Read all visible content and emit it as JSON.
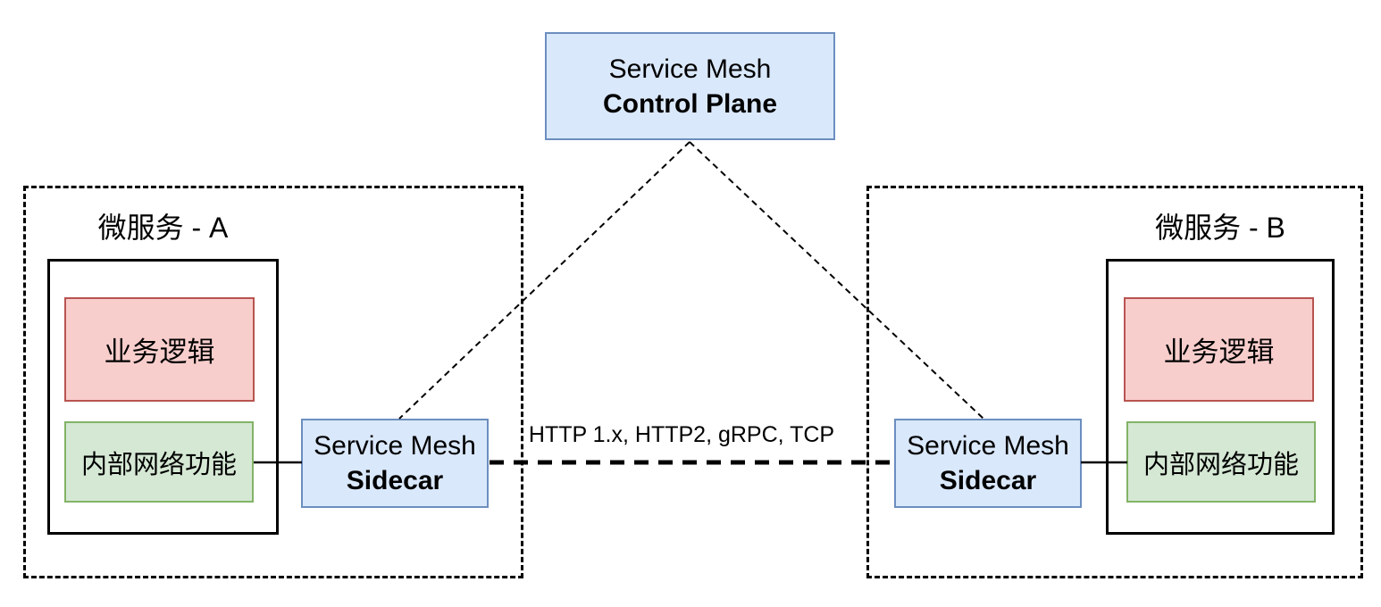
{
  "control_plane": {
    "line1": "Service Mesh",
    "line2": "Control Plane"
  },
  "connection": {
    "label": "HTTP 1.x, HTTP2, gRPC, TCP"
  },
  "microservice_a": {
    "title": "微服务 - A",
    "business_logic_label": "业务逻辑",
    "internal_network_label": "内部网络功能",
    "sidecar": {
      "line1": "Service Mesh",
      "line2": "Sidecar"
    }
  },
  "microservice_b": {
    "title": "微服务 - B",
    "business_logic_label": "业务逻辑",
    "internal_network_label": "内部网络功能",
    "sidecar": {
      "line1": "Service Mesh",
      "line2": "Sidecar"
    }
  },
  "colors": {
    "node_blue_fill": "#dae8fc",
    "node_blue_stroke": "#6c8ebf",
    "business_logic_fill": "#f8cecc",
    "business_logic_stroke": "#b85450",
    "internal_network_fill": "#d5e8d4",
    "internal_network_stroke": "#82b366",
    "line_color": "#000000"
  }
}
